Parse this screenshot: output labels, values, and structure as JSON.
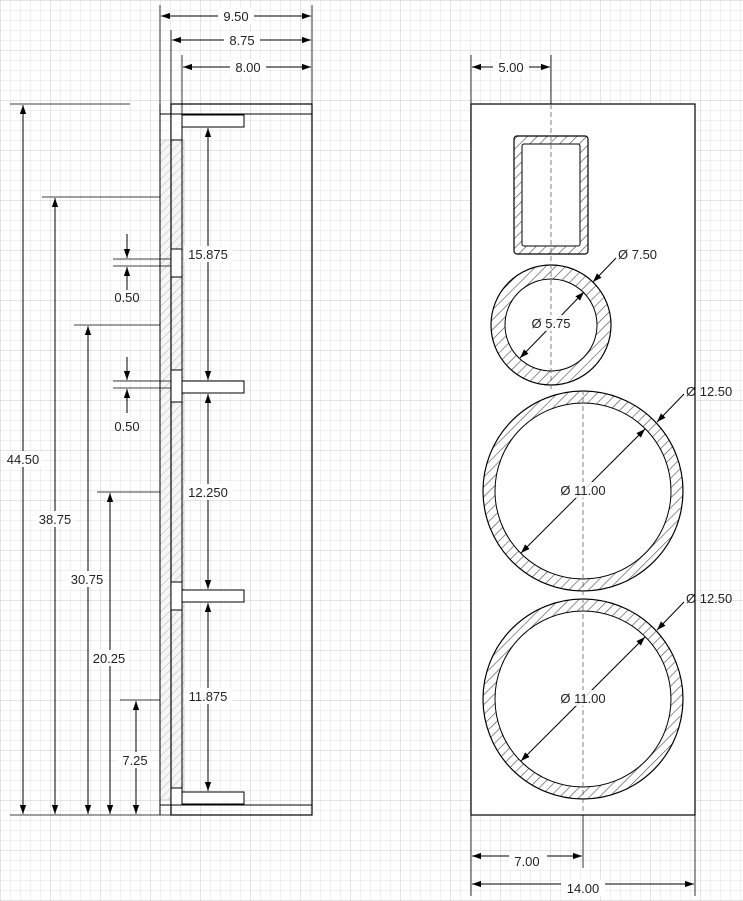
{
  "drawing": {
    "units_note": "",
    "colors": {
      "background": "#ffffff",
      "grid_minor": "#e2e2e2",
      "grid_major": "#c8c8c8",
      "line": "#000000",
      "hatch": "#555555",
      "text": "#222222"
    },
    "side_view": {
      "width_dims": [
        "9.50",
        "8.75",
        "8.00"
      ],
      "height_dims": [
        "44.50",
        "38.75",
        "30.75",
        "20.25",
        "7.25"
      ],
      "gap_dims": [
        "0.50",
        "0.50"
      ],
      "spacing_dims": [
        "15.875",
        "12.250",
        "11.875"
      ]
    },
    "front_view": {
      "top_dim": "5.00",
      "bottom_dims": [
        "7.00",
        "14.00"
      ],
      "port": {
        "outer": "Ø 7.50",
        "inner": "Ø 5.75"
      },
      "driver_1": {
        "outer": "Ø 12.50",
        "inner": "Ø 11.00"
      },
      "driver_2": {
        "outer": "Ø 12.50",
        "inner": "Ø 11.00"
      }
    }
  }
}
